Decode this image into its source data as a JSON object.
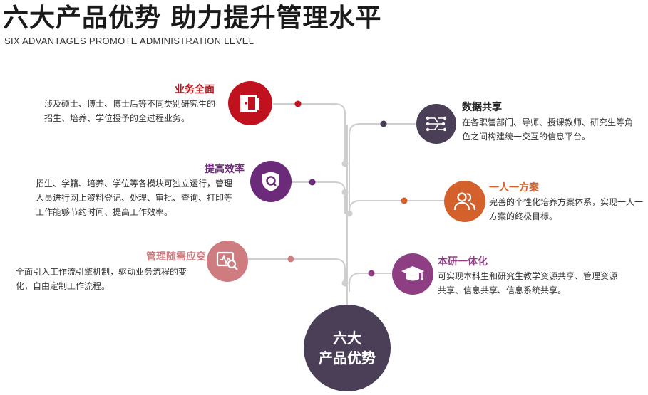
{
  "header": {
    "title": "六大产品优势  助力提升管理水平",
    "subtitle": "SIX ADVANTAGES PROMOTE ADMINISTRATION LEVEL"
  },
  "hub": {
    "line1": "六大",
    "line2": "产品优势"
  },
  "items": [
    {
      "title": "业务全面",
      "lines": [
        "涉及硕士、博士、博士后等不同类别研究生的",
        "招生、培养、学位授予的全过程业务。"
      ],
      "color": "#c0121e",
      "icon": "door-icon"
    },
    {
      "title": "提高效率",
      "lines": [
        "招生、学籍、培养、学位等各模块可独立运行，管理",
        "人员进行网上资料登记、处理、审批、查询、打印等",
        "工作能够节约时间、提高工作效率。"
      ],
      "color": "#6b2a7a",
      "icon": "shield-search-icon"
    },
    {
      "title": "管理随需应变",
      "lines": [
        "全面引入工作流引擎机制，驱动业务流程的变",
        "化，自由定制工作流程。"
      ],
      "color": "#cf7c80",
      "icon": "monitor-search-icon"
    },
    {
      "title": "数据共享",
      "lines": [
        "在各职管部门、导师、授课教师、研究生等角",
        "色之间构建统一交互的信息平台。"
      ],
      "color": "#4a3f57",
      "icon": "network-icon"
    },
    {
      "title": "一人一方案",
      "lines": [
        "完善的个性化培养方案体系，实现一人一",
        "方案的终极目标。"
      ],
      "color": "#d4612b",
      "icon": "people-icon"
    },
    {
      "title": "本研一体化",
      "lines": [
        "可实现本科生和研究生教学资源共享、管理资源",
        "共享、信息共享、信息系统共享。"
      ],
      "color": "#8e3f84",
      "icon": "graduation-cap-icon"
    }
  ]
}
